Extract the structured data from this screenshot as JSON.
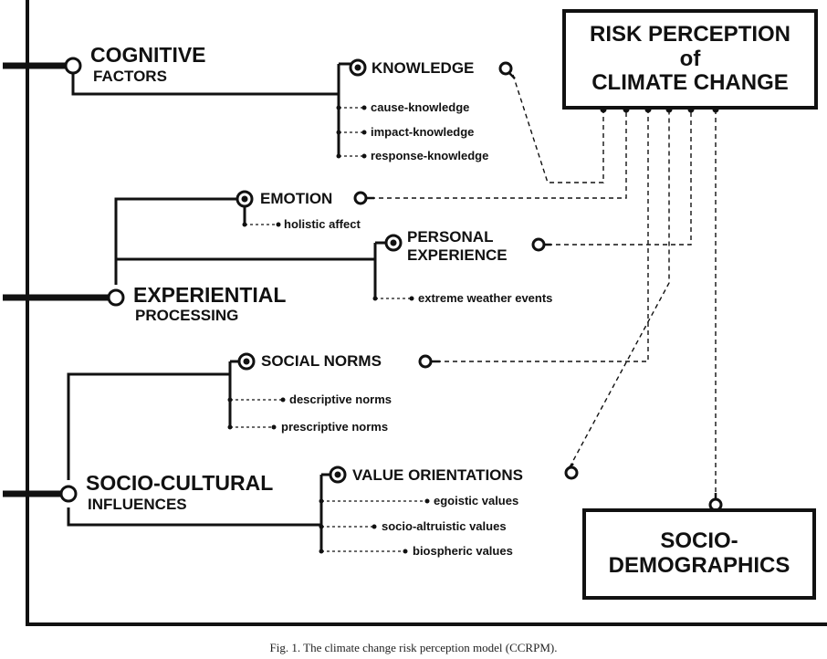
{
  "risk_box": {
    "line1": "RISK PERCEPTION",
    "line2": "of",
    "line3": "CLIMATE CHANGE"
  },
  "socio_box": {
    "line1": "SOCIO-",
    "line2": "DEMOGRAPHICS"
  },
  "cognitive": {
    "title": "COGNITIVE",
    "subtitle": "FACTORS",
    "knowledge": {
      "label": "KNOWLEDGE",
      "items": [
        "cause-knowledge",
        "impact-knowledge",
        "response-knowledge"
      ]
    }
  },
  "experiential": {
    "title": "EXPERIENTIAL",
    "subtitle": "PROCESSING",
    "emotion": {
      "label": "EMOTION",
      "items": [
        "holistic affect"
      ]
    },
    "personal_experience": {
      "line1": "PERSONAL",
      "line2": "EXPERIENCE",
      "items": [
        "extreme weather events"
      ]
    }
  },
  "socio_cultural": {
    "title": "SOCIO-CULTURAL",
    "subtitle": "INFLUENCES",
    "social_norms": {
      "label": "SOCIAL NORMS",
      "items": [
        "descriptive norms",
        "prescriptive norms"
      ]
    },
    "value_orientations": {
      "label": "VALUE ORIENTATIONS",
      "items": [
        "egoistic values",
        "socio-altruistic values",
        "biospheric values"
      ]
    }
  },
  "caption": "Fig. 1. The climate change risk perception model (CCRPM)."
}
